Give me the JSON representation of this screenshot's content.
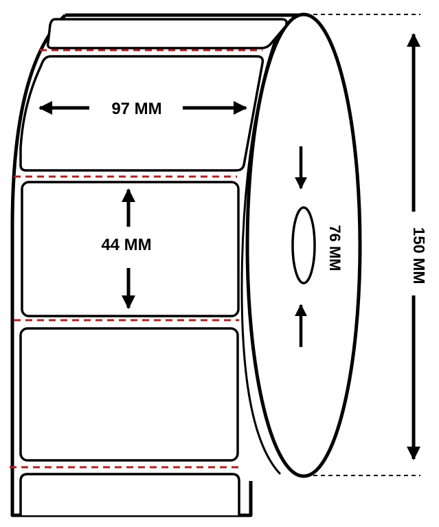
{
  "diagram": {
    "label_width": "97 MM",
    "label_height": "44 MM",
    "core_diameter": "76 MM",
    "roll_diameter": "150 MM"
  },
  "colors": {
    "outline": "#000000",
    "perforation": "#b01e1e",
    "background": "#ffffff"
  }
}
